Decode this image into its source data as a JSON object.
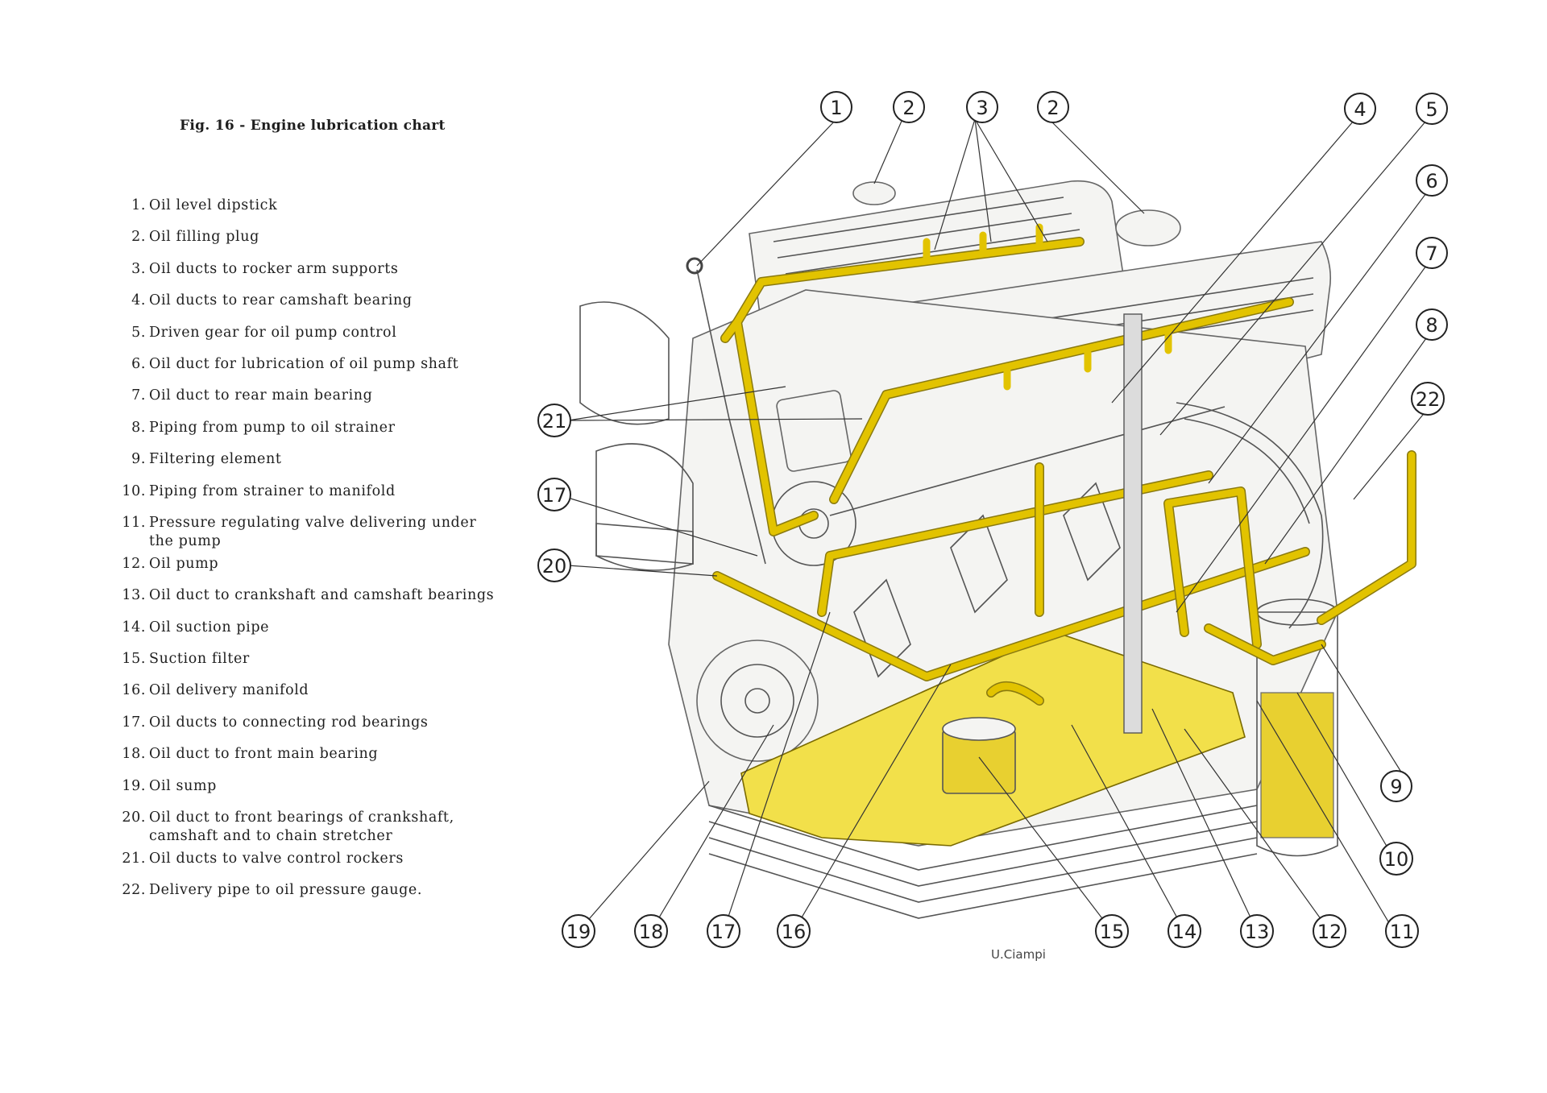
{
  "figure": {
    "title": "Fig. 16 - Engine lubrication chart",
    "signature": "U.Ciampi"
  },
  "legend": [
    {
      "num": "1.",
      "text": "Oil level dipstick"
    },
    {
      "num": "2.",
      "text": "Oil filling plug"
    },
    {
      "num": "3.",
      "text": "Oil ducts to rocker arm supports"
    },
    {
      "num": "4.",
      "text": "Oil ducts to rear camshaft bearing"
    },
    {
      "num": "5.",
      "text": "Driven gear for oil pump control"
    },
    {
      "num": "6.",
      "text": "Oil duct for lubrication of oil pump shaft"
    },
    {
      "num": "7.",
      "text": "Oil duct to rear main bearing"
    },
    {
      "num": "8.",
      "text": "Piping from pump to oil strainer"
    },
    {
      "num": "9.",
      "text": "Filtering element"
    },
    {
      "num": "10.",
      "text": "Piping from strainer to manifold"
    },
    {
      "num": "11.",
      "text": "Pressure regulating valve delivering under the pump"
    },
    {
      "num": "12.",
      "text": "Oil pump"
    },
    {
      "num": "13.",
      "text": "Oil duct to crankshaft and camshaft bearings"
    },
    {
      "num": "14.",
      "text": "Oil suction pipe"
    },
    {
      "num": "15.",
      "text": "Suction filter"
    },
    {
      "num": "16.",
      "text": "Oil delivery manifold"
    },
    {
      "num": "17.",
      "text": "Oil ducts to connecting rod bearings"
    },
    {
      "num": "18.",
      "text": "Oil duct to front main bearing"
    },
    {
      "num": "19.",
      "text": "Oil sump"
    },
    {
      "num": "20.",
      "text": "Oil duct to front bearings of crankshaft, camshaft and to chain stretcher"
    },
    {
      "num": "21.",
      "text": "Oil ducts to valve control rockers"
    },
    {
      "num": "22.",
      "text": "Delivery pipe to oil pressure gauge."
    }
  ],
  "callouts": [
    "1",
    "2",
    "3",
    "2",
    "4",
    "5",
    "6",
    "7",
    "8",
    "22",
    "21",
    "17",
    "20",
    "9",
    "10",
    "19",
    "18",
    "17",
    "16",
    "15",
    "14",
    "13",
    "12",
    "11"
  ],
  "colors": {
    "oil": "#e2c300",
    "sump": "#f2e04a",
    "ink": "#222222"
  }
}
